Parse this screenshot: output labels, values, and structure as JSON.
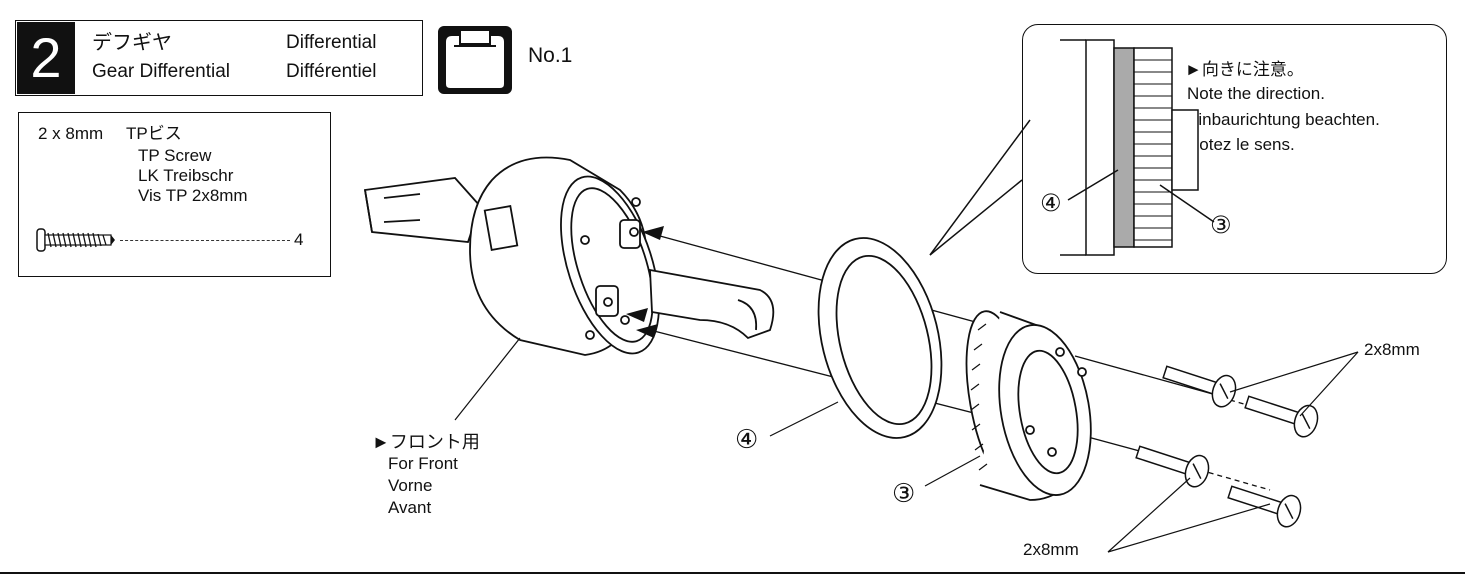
{
  "header": {
    "step_number": "2",
    "title_ja": "デフギヤ",
    "title_en": "Gear Differential",
    "title_de": "Differential",
    "title_fr": "Différentiel",
    "bag_label": "No.1"
  },
  "parts_box": {
    "size_label": "2 x 8mm",
    "name_ja": "TPビス",
    "name_en": "TP Screw",
    "name_de": "LK Treibschr",
    "name_fr": "Vis TP 2x8mm",
    "quantity": "4"
  },
  "inset": {
    "note_ja": "►向きに注意。",
    "note_en": "Note the direction.",
    "note_de": "Einbaurichtung beachten.",
    "note_fr": "Notez le sens.",
    "callout_4": "④",
    "callout_3": "③"
  },
  "labels": {
    "front_ja": "►フロント用",
    "front_en": "For Front",
    "front_de": "Vorne",
    "front_fr": "Avant",
    "part_4": "④",
    "part_3": "③",
    "screw_top": "2x8mm",
    "screw_bottom": "2x8mm"
  }
}
